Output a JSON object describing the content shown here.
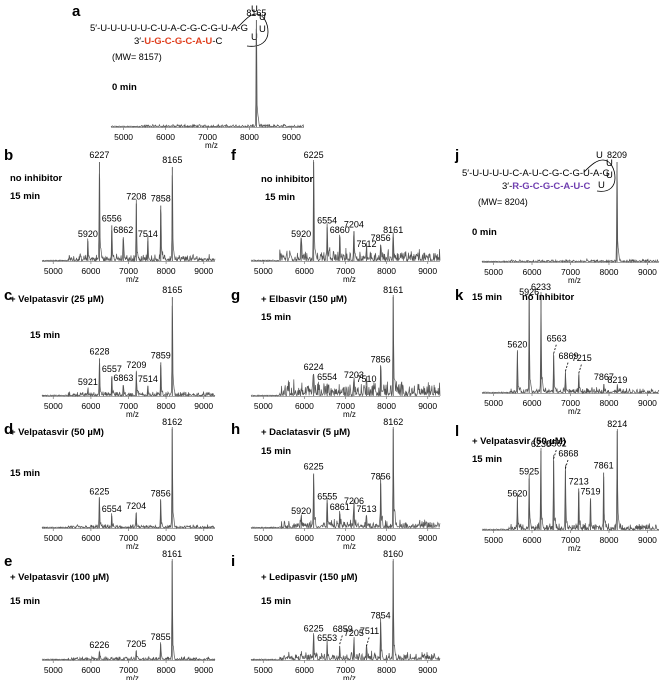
{
  "figure": {
    "colors": {
      "trace": "#555555",
      "axis": "#888888",
      "red_strand": "#e0401f",
      "purple_strand": "#7040b0"
    },
    "hairpin_a": {
      "strand5": "5′-U-U-U-U-U-C-U-A-C-G-C-G-U-A-G",
      "strand3_prefix": "3′-",
      "strand3_colored": "U-G-C-G-C-A-U",
      "strand3_suffix": "-C",
      "loop": [
        "U",
        "U",
        "U",
        "U"
      ],
      "mw": "(MW= 8157)"
    },
    "hairpin_j": {
      "strand5": "5′-U-U-U-U-C-A-U-C-G-C-G-U-A-G",
      "strand3_prefix": "3′-",
      "strand3_colored": "R-G-C-G-C-A-U-C",
      "strand3_suffix": "",
      "loop": [
        "U",
        "U",
        "U",
        "U"
      ],
      "mw": "(MW= 8204)"
    }
  },
  "chart_data": [
    {
      "panel": "a",
      "type": "line",
      "condition": "",
      "time": "0 min",
      "xlabel": "m/z",
      "xlim": [
        4700,
        9300
      ],
      "ticks": [
        5000,
        6000,
        7000,
        8000,
        9000
      ],
      "peaks": [
        {
          "x": 8165,
          "y": 1.0,
          "label": "8165"
        }
      ]
    },
    {
      "panel": "b",
      "type": "line",
      "condition": "no inhibitor",
      "time": "15 min",
      "xlabel": "m/z",
      "xlim": [
        4700,
        9300
      ],
      "ticks": [
        5000,
        6000,
        7000,
        8000,
        9000
      ],
      "peaks": [
        {
          "x": 5920,
          "y": 0.2,
          "label": "5920"
        },
        {
          "x": 6227,
          "y": 1.0,
          "label": "6227"
        },
        {
          "x": 6556,
          "y": 0.36,
          "label": "6556"
        },
        {
          "x": 6862,
          "y": 0.24,
          "label": "6862"
        },
        {
          "x": 7208,
          "y": 0.58,
          "label": "7208"
        },
        {
          "x": 7514,
          "y": 0.2,
          "label": "7514"
        },
        {
          "x": 7858,
          "y": 0.56,
          "label": "7858"
        },
        {
          "x": 8165,
          "y": 0.95,
          "label": "8165"
        }
      ]
    },
    {
      "panel": "c",
      "type": "line",
      "condition": "+ Velpatasvir  (25 µM)",
      "time": "15 min",
      "xlabel": "m/z",
      "xlim": [
        4700,
        9300
      ],
      "ticks": [
        5000,
        6000,
        7000,
        8000,
        9000
      ],
      "peaks": [
        {
          "x": 5921,
          "y": 0.07,
          "label": "5921"
        },
        {
          "x": 6228,
          "y": 0.38,
          "label": "6228"
        },
        {
          "x": 6557,
          "y": 0.2,
          "label": "6557"
        },
        {
          "x": 6863,
          "y": 0.11,
          "label": "6863"
        },
        {
          "x": 7209,
          "y": 0.24,
          "label": "7209"
        },
        {
          "x": 7514,
          "y": 0.1,
          "label": "7514"
        },
        {
          "x": 7859,
          "y": 0.34,
          "label": "7859"
        },
        {
          "x": 8165,
          "y": 1.0,
          "label": "8165"
        }
      ]
    },
    {
      "panel": "d",
      "type": "line",
      "condition": "+ Velpatasvir  (50 µM)",
      "time": "15 min",
      "xlabel": "m/z",
      "xlim": [
        4700,
        9300
      ],
      "ticks": [
        5000,
        6000,
        7000,
        8000,
        9000
      ],
      "peaks": [
        {
          "x": 6225,
          "y": 0.3,
          "label": "6225"
        },
        {
          "x": 6554,
          "y": 0.12,
          "label": "6554"
        },
        {
          "x": 7204,
          "y": 0.15,
          "label": "7204"
        },
        {
          "x": 7856,
          "y": 0.28,
          "label": "7856"
        },
        {
          "x": 8162,
          "y": 1.0,
          "label": "8162"
        }
      ]
    },
    {
      "panel": "e",
      "type": "line",
      "condition": "+ Velpatasvir (100 µM)",
      "time": "15 min",
      "xlabel": "m/z",
      "xlim": [
        4700,
        9300
      ],
      "ticks": [
        5000,
        6000,
        7000,
        8000,
        9000
      ],
      "peaks": [
        {
          "x": 6226,
          "y": 0.08,
          "label": "6226"
        },
        {
          "x": 7205,
          "y": 0.09,
          "label": "7205"
        },
        {
          "x": 7855,
          "y": 0.16,
          "label": "7855"
        },
        {
          "x": 8161,
          "y": 1.0,
          "label": "8161"
        }
      ]
    },
    {
      "panel": "f",
      "type": "line",
      "condition": "no inhibitor",
      "time": "15 min",
      "xlabel": "m/z",
      "xlim": [
        4700,
        9300
      ],
      "ticks": [
        5000,
        6000,
        7000,
        8000,
        9000
      ],
      "peaks": [
        {
          "x": 5920,
          "y": 0.2,
          "label": "5920"
        },
        {
          "x": 6225,
          "y": 1.0,
          "label": "6225"
        },
        {
          "x": 6554,
          "y": 0.34,
          "label": "6554"
        },
        {
          "x": 6860,
          "y": 0.24,
          "label": "6860"
        },
        {
          "x": 7204,
          "y": 0.3,
          "label": "7204"
        },
        {
          "x": 7512,
          "y": 0.1,
          "label": "7512"
        },
        {
          "x": 7856,
          "y": 0.16,
          "label": "7856"
        },
        {
          "x": 8161,
          "y": 0.24,
          "label": "8161"
        }
      ]
    },
    {
      "panel": "g",
      "type": "line",
      "condition": "+ Elbasvir (150 µM)",
      "time": "15 min",
      "xlabel": "m/z",
      "xlim": [
        4700,
        9300
      ],
      "ticks": [
        5000,
        6000,
        7000,
        8000,
        9000
      ],
      "peaks": [
        {
          "x": 6224,
          "y": 0.22,
          "label": "6224"
        },
        {
          "x": 6554,
          "y": 0.12,
          "label": "6554"
        },
        {
          "x": 7203,
          "y": 0.14,
          "label": "7203"
        },
        {
          "x": 7510,
          "y": 0.1,
          "label": "7510"
        },
        {
          "x": 7856,
          "y": 0.3,
          "label": "7856"
        },
        {
          "x": 8161,
          "y": 1.0,
          "label": "8161"
        }
      ]
    },
    {
      "panel": "h",
      "type": "line",
      "condition": "+ Daclatasvir  (5 µM)",
      "time": "15 min",
      "xlabel": "m/z",
      "xlim": [
        4700,
        9300
      ],
      "ticks": [
        5000,
        6000,
        7000,
        8000,
        9000
      ],
      "peaks": [
        {
          "x": 5920,
          "y": 0.1,
          "label": "5920"
        },
        {
          "x": 6225,
          "y": 0.55,
          "label": "6225"
        },
        {
          "x": 6555,
          "y": 0.25,
          "label": "6555"
        },
        {
          "x": 6861,
          "y": 0.14,
          "label": "6861"
        },
        {
          "x": 7206,
          "y": 0.2,
          "label": "7206"
        },
        {
          "x": 7513,
          "y": 0.12,
          "label": "7513"
        },
        {
          "x": 7856,
          "y": 0.45,
          "label": "7856"
        },
        {
          "x": 8162,
          "y": 1.0,
          "label": "8162"
        }
      ]
    },
    {
      "panel": "i",
      "type": "line",
      "condition": "+ Ledipasvir  (150 µM)",
      "time": "15 min",
      "xlabel": "m/z",
      "xlim": [
        4700,
        9300
      ],
      "ticks": [
        5000,
        6000,
        7000,
        8000,
        9000
      ],
      "peaks": [
        {
          "x": 6225,
          "y": 0.25,
          "label": "6225"
        },
        {
          "x": 6553,
          "y": 0.15,
          "label": "6553"
        },
        {
          "x": 6859,
          "y": 0.14,
          "label": "6859",
          "dashed": true
        },
        {
          "x": 7205,
          "y": 0.2,
          "label": "7205"
        },
        {
          "x": 7511,
          "y": 0.12,
          "label": "7511",
          "dashed": true
        },
        {
          "x": 7854,
          "y": 0.38,
          "label": "7854"
        },
        {
          "x": 8160,
          "y": 1.0,
          "label": "8160"
        }
      ]
    },
    {
      "panel": "j",
      "type": "line",
      "condition": "",
      "time": "0 min",
      "xlabel": "m/z",
      "xlim": [
        4700,
        9300
      ],
      "ticks": [
        5000,
        6000,
        7000,
        8000,
        9000
      ],
      "peaks": [
        {
          "x": 8209,
          "y": 1.0,
          "label": "8209"
        }
      ]
    },
    {
      "panel": "k",
      "type": "line",
      "condition": "no inhibitor",
      "time": "15 min",
      "xlabel": "m/z",
      "xlim": [
        4700,
        9300
      ],
      "ticks": [
        5000,
        6000,
        7000,
        8000,
        9000
      ],
      "peaks": [
        {
          "x": 5620,
          "y": 0.42,
          "label": "5620"
        },
        {
          "x": 5926,
          "y": 0.95,
          "label": "5926"
        },
        {
          "x": 6233,
          "y": 1.0,
          "label": "6233"
        },
        {
          "x": 6563,
          "y": 0.38,
          "label": "6563",
          "dashed": true
        },
        {
          "x": 6869,
          "y": 0.2,
          "label": "6869",
          "dashed": true
        },
        {
          "x": 7215,
          "y": 0.18,
          "label": "7215",
          "dashed": true
        },
        {
          "x": 7867,
          "y": 0.09,
          "label": "7867"
        },
        {
          "x": 8219,
          "y": 0.06,
          "label": "8219"
        }
      ]
    },
    {
      "panel": "l",
      "type": "line",
      "condition": "+ Velpatasvir (50 µM)",
      "time": "15 min",
      "xlabel": "m/z",
      "xlim": [
        4700,
        9300
      ],
      "ticks": [
        5000,
        6000,
        7000,
        8000,
        9000
      ],
      "peaks": [
        {
          "x": 5620,
          "y": 0.3,
          "label": "5620"
        },
        {
          "x": 5925,
          "y": 0.52,
          "label": "5925"
        },
        {
          "x": 6230,
          "y": 0.8,
          "label": "6230"
        },
        {
          "x": 6562,
          "y": 0.7,
          "label": "6562",
          "dashed": true
        },
        {
          "x": 6868,
          "y": 0.6,
          "label": "6868",
          "dashed": true
        },
        {
          "x": 7213,
          "y": 0.42,
          "label": "7213"
        },
        {
          "x": 7519,
          "y": 0.32,
          "label": "7519"
        },
        {
          "x": 7861,
          "y": 0.58,
          "label": "7861"
        },
        {
          "x": 8214,
          "y": 1.0,
          "label": "8214"
        }
      ]
    }
  ]
}
